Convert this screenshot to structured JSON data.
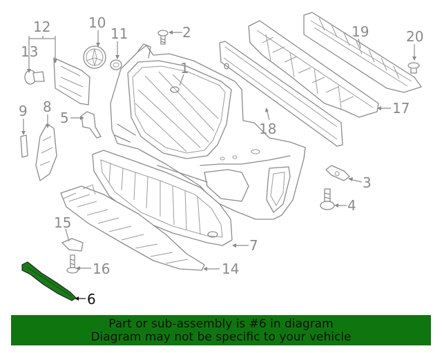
{
  "callouts": [
    {
      "id": "1",
      "label": "1"
    },
    {
      "id": "2",
      "label": "2"
    },
    {
      "id": "3",
      "label": "3"
    },
    {
      "id": "4",
      "label": "4"
    },
    {
      "id": "5",
      "label": "5"
    },
    {
      "id": "6",
      "label": "6",
      "highlighted": true
    },
    {
      "id": "7",
      "label": "7"
    },
    {
      "id": "8",
      "label": "8"
    },
    {
      "id": "9",
      "label": "9"
    },
    {
      "id": "10",
      "label": "10"
    },
    {
      "id": "11",
      "label": "11"
    },
    {
      "id": "12",
      "label": "12"
    },
    {
      "id": "13",
      "label": "13"
    },
    {
      "id": "14",
      "label": "14"
    },
    {
      "id": "15",
      "label": "15"
    },
    {
      "id": "16",
      "label": "16"
    },
    {
      "id": "17",
      "label": "17"
    },
    {
      "id": "18",
      "label": "18"
    },
    {
      "id": "19",
      "label": "19"
    },
    {
      "id": "20",
      "label": "20"
    }
  ],
  "colors": {
    "line": "#8a8a8a",
    "highlight_part": "#1a7a1a",
    "banner_bg": "#0f760f",
    "banner_text": "#111111"
  },
  "banner": {
    "line1": "Part or sub-assembly is #6 in diagram",
    "line2": "Diagram may not be specific to your vehicle"
  }
}
